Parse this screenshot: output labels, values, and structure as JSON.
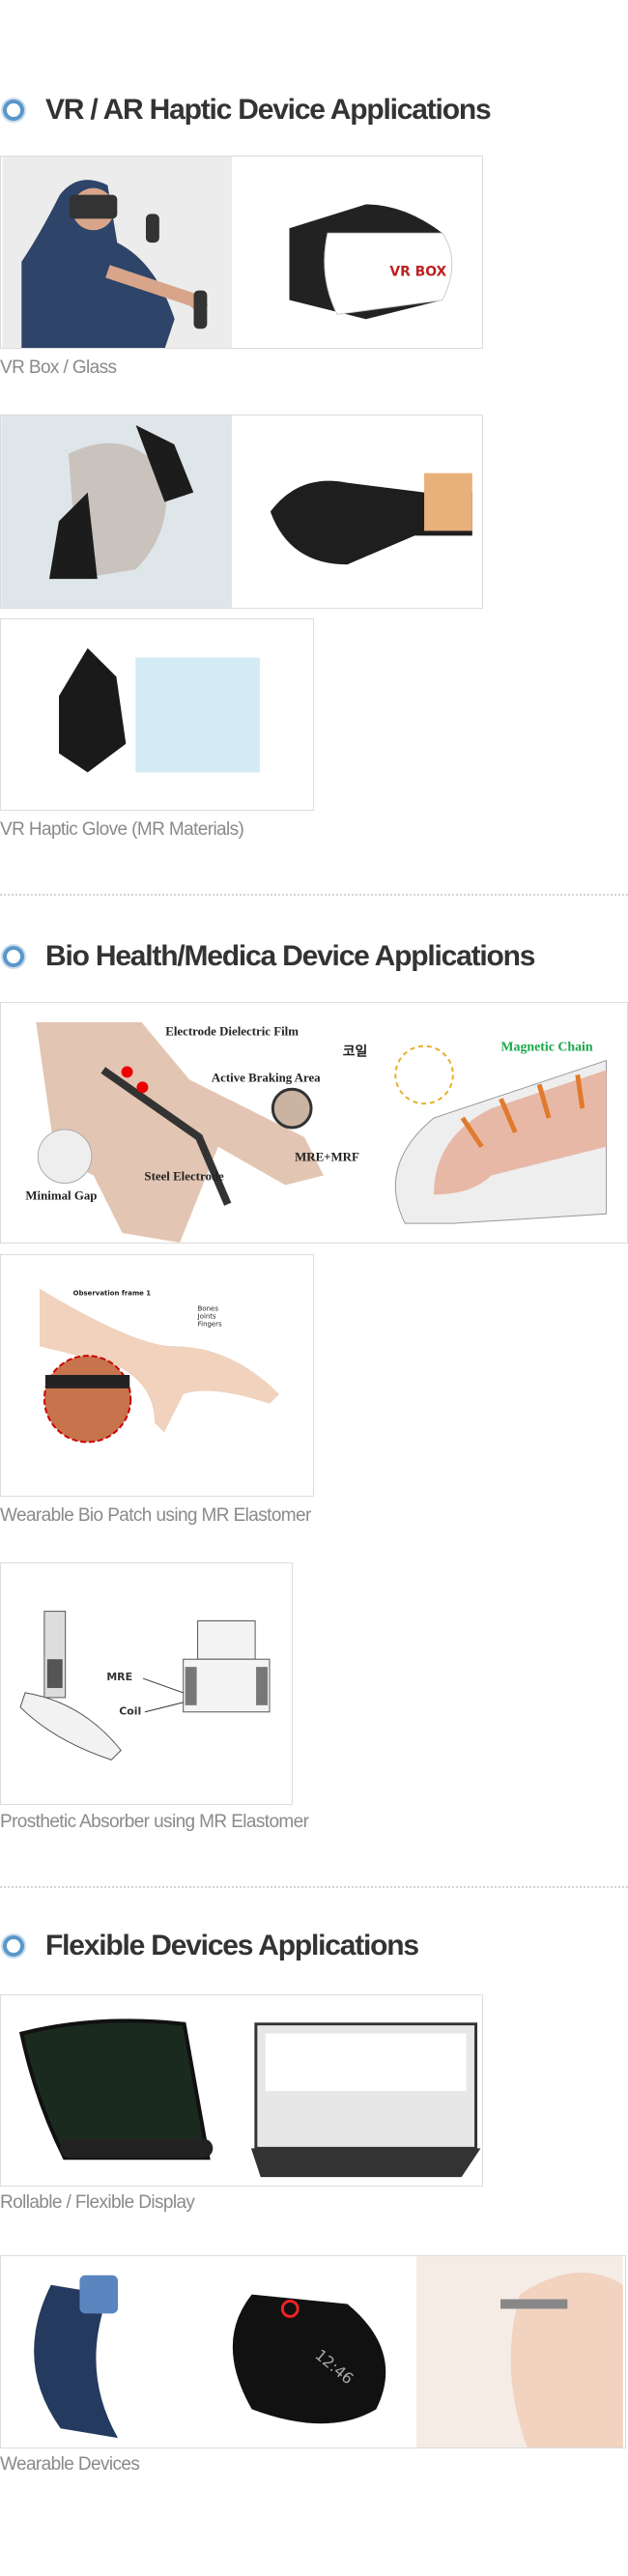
{
  "sections": [
    {
      "title": "VR / AR Haptic Device Applications",
      "groups": [
        {
          "caption": "VR Box / Glass",
          "image_text": "VR BOX"
        },
        {
          "caption": "VR Haptic Glove (MR Materials)"
        }
      ]
    },
    {
      "title": "Bio Health/Medica Device Applications",
      "groups": [
        {
          "image_labels": [
            "Electrode Dielectric Film",
            "Active Braking Area",
            "Minimal Gap",
            "Steel Electrode",
            "MRE+MRF",
            "코일",
            "Magnetic Chain"
          ]
        },
        {
          "caption": "Wearable Bio Patch using MR Elastomer",
          "image_labels": [
            "Observation frame 1",
            "Bones",
            "Joints",
            "Fingers"
          ]
        },
        {
          "caption": "Prosthetic Absorber using MR Elastomer",
          "image_labels": [
            "MRE",
            "Coil"
          ]
        }
      ]
    },
    {
      "title": "Flexible Devices Applications",
      "groups": [
        {
          "caption": "Rollable / Flexible Display"
        },
        {
          "caption": "Wearable Devices",
          "image_text": "12:46"
        }
      ]
    }
  ],
  "colors": {
    "accent": "#5b97c9",
    "heading": "#333333",
    "caption": "#8a8a8a",
    "magnetic_chain": "#1aa84a"
  }
}
